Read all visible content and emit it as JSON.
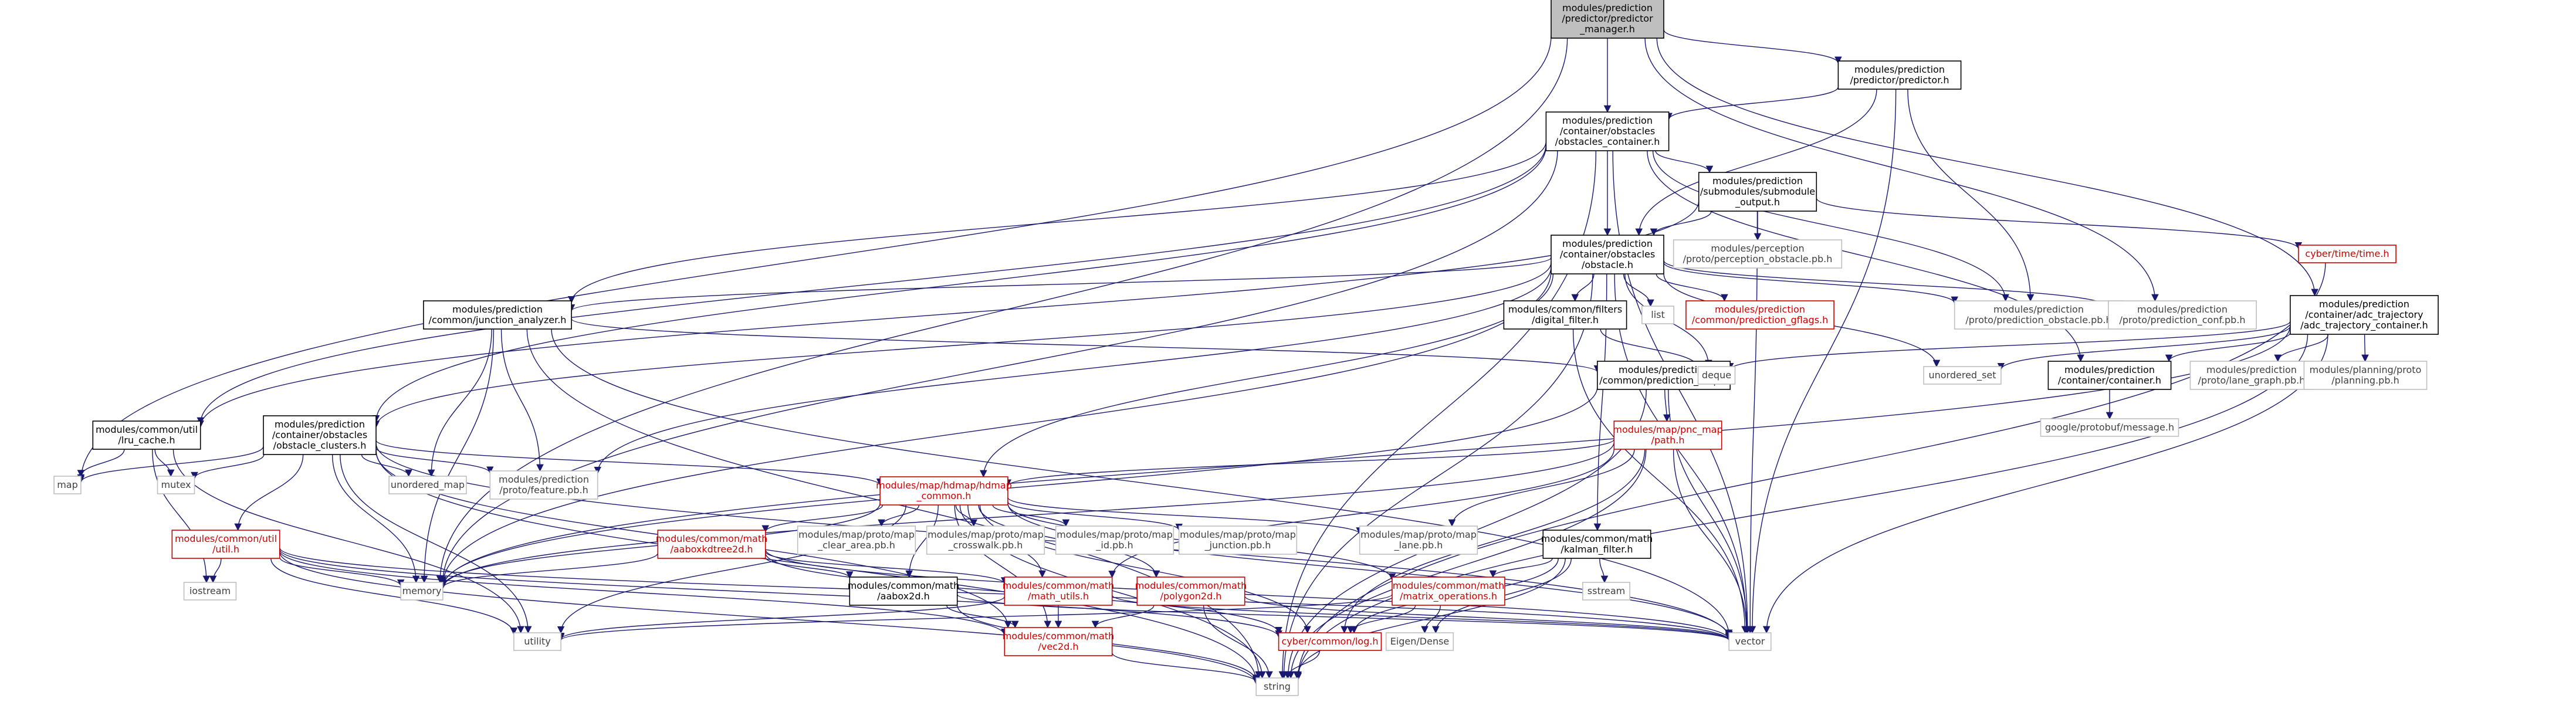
{
  "graph": {
    "colors": {
      "edge": "#191970",
      "node_border_black": "#000000",
      "node_border_red": "#cc0000",
      "node_border_gray": "#bfbfbf",
      "node_fill": "#ffffff",
      "node_fill_root": "#bfbfbf",
      "text_black": "#000000",
      "text_gray": "#404040",
      "text_red": "#cc0000"
    },
    "nodes": [
      {
        "id": "root",
        "lines": [
          "modules/prediction",
          "/predictor/predictor",
          "_manager.h"
        ],
        "style": "root"
      },
      {
        "id": "predictor",
        "lines": [
          "modules/prediction",
          "/predictor/predictor.h"
        ],
        "style": "black"
      },
      {
        "id": "obs_container",
        "lines": [
          "modules/prediction",
          "/container/obstacles",
          "/obstacles_container.h"
        ],
        "style": "black"
      },
      {
        "id": "submodule_output",
        "lines": [
          "modules/prediction",
          "/submodules/submodule",
          "_output.h"
        ],
        "style": "black"
      },
      {
        "id": "obstacle",
        "lines": [
          "modules/prediction",
          "/container/obstacles",
          "/obstacle.h"
        ],
        "style": "black"
      },
      {
        "id": "junction",
        "lines": [
          "modules/prediction",
          "/common/junction_analyzer.h"
        ],
        "style": "black"
      },
      {
        "id": "digital_filter",
        "lines": [
          "modules/common/filters",
          "/digital_filter.h"
        ],
        "style": "black"
      },
      {
        "id": "list",
        "lines": [
          "list"
        ],
        "style": "gray"
      },
      {
        "id": "gflags",
        "lines": [
          "modules/prediction",
          "/common/prediction_gflags.h"
        ],
        "style": "red"
      },
      {
        "id": "pred_obstacle_pb",
        "lines": [
          "modules/prediction",
          "/proto/prediction_obstacle.pb.h"
        ],
        "style": "gray"
      },
      {
        "id": "pred_conf_pb",
        "lines": [
          "modules/prediction",
          "/proto/prediction_conf.pb.h"
        ],
        "style": "gray"
      },
      {
        "id": "perception_pb",
        "lines": [
          "modules/perception",
          "/proto/perception_obstacle.pb.h"
        ],
        "style": "gray"
      },
      {
        "id": "cyber_time",
        "lines": [
          "cyber/time/time.h"
        ],
        "style": "red"
      },
      {
        "id": "adc_container",
        "lines": [
          "modules/prediction",
          "/container/adc_trajectory",
          "/adc_trajectory_container.h"
        ],
        "style": "black"
      },
      {
        "id": "lru_cache",
        "lines": [
          "modules/common/util",
          "/lru_cache.h"
        ],
        "style": "black"
      },
      {
        "id": "obs_clusters",
        "lines": [
          "modules/prediction",
          "/container/obstacles",
          "/obstacle_clusters.h"
        ],
        "style": "black"
      },
      {
        "id": "pred_map",
        "lines": [
          "modules/prediction",
          "/common/prediction_map.h"
        ],
        "style": "black"
      },
      {
        "id": "deque",
        "lines": [
          "deque"
        ],
        "style": "gray"
      },
      {
        "id": "unordered_set",
        "lines": [
          "unordered_set"
        ],
        "style": "gray"
      },
      {
        "id": "container_h",
        "lines": [
          "modules/prediction",
          "/container/container.h"
        ],
        "style": "black"
      },
      {
        "id": "lane_graph_pb",
        "lines": [
          "modules/prediction",
          "/proto/lane_graph.pb.h"
        ],
        "style": "gray"
      },
      {
        "id": "planning_pb",
        "lines": [
          "modules/planning/proto",
          "/planning.pb.h"
        ],
        "style": "gray"
      },
      {
        "id": "map",
        "lines": [
          "map"
        ],
        "style": "gray"
      },
      {
        "id": "mutex",
        "lines": [
          "mutex"
        ],
        "style": "gray"
      },
      {
        "id": "unordered_map",
        "lines": [
          "unordered_map"
        ],
        "style": "gray"
      },
      {
        "id": "feature_pb",
        "lines": [
          "modules/prediction",
          "/proto/feature.pb.h"
        ],
        "style": "gray"
      },
      {
        "id": "pnc_path",
        "lines": [
          "modules/map/pnc_map",
          "/path.h"
        ],
        "style": "red"
      },
      {
        "id": "google_message",
        "lines": [
          "google/protobuf/message.h"
        ],
        "style": "gray"
      },
      {
        "id": "hdmap_common",
        "lines": [
          "modules/map/hdmap/hdmap",
          "_common.h"
        ],
        "style": "red"
      },
      {
        "id": "map_lane_pb",
        "lines": [
          "modules/map/proto/map",
          "_lane.pb.h"
        ],
        "style": "gray"
      },
      {
        "id": "kalman",
        "lines": [
          "modules/common/math",
          "/kalman_filter.h"
        ],
        "style": "black"
      },
      {
        "id": "util_h",
        "lines": [
          "modules/common/util",
          "/util.h"
        ],
        "style": "red"
      },
      {
        "id": "aaboxkdtree",
        "lines": [
          "modules/common/math",
          "/aaboxkdtree2d.h"
        ],
        "style": "red"
      },
      {
        "id": "clear_area_pb",
        "lines": [
          "modules/map/proto/map",
          "_clear_area.pb.h"
        ],
        "style": "gray"
      },
      {
        "id": "crosswalk_pb",
        "lines": [
          "modules/map/proto/map",
          "_crosswalk.pb.h"
        ],
        "style": "gray"
      },
      {
        "id": "id_pb",
        "lines": [
          "modules/map/proto/map",
          "_id.pb.h"
        ],
        "style": "gray"
      },
      {
        "id": "junction_pb",
        "lines": [
          "modules/map/proto/map",
          "_junction.pb.h"
        ],
        "style": "gray"
      },
      {
        "id": "sstream",
        "lines": [
          "sstream"
        ],
        "style": "gray"
      },
      {
        "id": "iostream",
        "lines": [
          "iostream"
        ],
        "style": "gray"
      },
      {
        "id": "memory",
        "lines": [
          "memory"
        ],
        "style": "gray"
      },
      {
        "id": "aabox2d",
        "lines": [
          "modules/common/math",
          "/aabox2d.h"
        ],
        "style": "black"
      },
      {
        "id": "math_utils",
        "lines": [
          "modules/common/math",
          "/math_utils.h"
        ],
        "style": "red"
      },
      {
        "id": "polygon2d",
        "lines": [
          "modules/common/math",
          "/polygon2d.h"
        ],
        "style": "red"
      },
      {
        "id": "matrix_ops",
        "lines": [
          "modules/common/math",
          "/matrix_operations.h"
        ],
        "style": "red"
      },
      {
        "id": "utility",
        "lines": [
          "utility"
        ],
        "style": "gray"
      },
      {
        "id": "vec2d",
        "lines": [
          "modules/common/math",
          "/vec2d.h"
        ],
        "style": "red"
      },
      {
        "id": "cyber_log",
        "lines": [
          "cyber/common/log.h"
        ],
        "style": "red"
      },
      {
        "id": "eigen",
        "lines": [
          "Eigen/Dense"
        ],
        "style": "gray"
      },
      {
        "id": "vector",
        "lines": [
          "vector"
        ],
        "style": "gray"
      },
      {
        "id": "string",
        "lines": [
          "string"
        ],
        "style": "gray"
      }
    ],
    "edges": [
      [
        "root",
        "predictor"
      ],
      [
        "root",
        "obs_container"
      ],
      [
        "root",
        "adc_container"
      ],
      [
        "root",
        "pred_conf_pb"
      ],
      [
        "root",
        "map"
      ],
      [
        "root",
        "memory"
      ],
      [
        "predictor",
        "obs_container"
      ],
      [
        "predictor",
        "obstacle"
      ],
      [
        "predictor",
        "pred_obstacle_pb"
      ],
      [
        "predictor",
        "vector"
      ],
      [
        "obs_container",
        "submodule_output"
      ],
      [
        "obs_container",
        "obstacle"
      ],
      [
        "obs_container",
        "junction"
      ],
      [
        "obs_container",
        "obs_clusters"
      ],
      [
        "obs_container",
        "lru_cache"
      ],
      [
        "obs_container",
        "pred_obstacle_pb"
      ],
      [
        "obs_container",
        "container_h"
      ],
      [
        "obs_container",
        "vector"
      ],
      [
        "obs_container",
        "string"
      ],
      [
        "obs_container",
        "memory"
      ],
      [
        "submodule_output",
        "obstacle"
      ],
      [
        "submodule_output",
        "perception_pb"
      ],
      [
        "submodule_output",
        "cyber_time"
      ],
      [
        "submodule_output",
        "lru_cache"
      ],
      [
        "submodule_output",
        "vector"
      ],
      [
        "obstacle",
        "junction"
      ],
      [
        "obstacle",
        "digital_filter"
      ],
      [
        "obstacle",
        "list"
      ],
      [
        "obstacle",
        "gflags"
      ],
      [
        "obstacle",
        "pred_obstacle_pb"
      ],
      [
        "obstacle",
        "pred_conf_pb"
      ],
      [
        "obstacle",
        "obs_clusters"
      ],
      [
        "obstacle",
        "hdmap_common"
      ],
      [
        "obstacle",
        "kalman"
      ],
      [
        "obstacle",
        "deque"
      ],
      [
        "obstacle",
        "unordered_set"
      ],
      [
        "obstacle",
        "feature_pb"
      ],
      [
        "obstacle",
        "vector"
      ],
      [
        "obstacle",
        "string"
      ],
      [
        "obstacle",
        "memory"
      ],
      [
        "junction",
        "pred_map"
      ],
      [
        "junction",
        "feature_pb"
      ],
      [
        "junction",
        "unordered_map"
      ],
      [
        "junction",
        "memory"
      ],
      [
        "junction",
        "vector"
      ],
      [
        "junction",
        "string"
      ],
      [
        "digital_filter",
        "deque"
      ],
      [
        "digital_filter",
        "vector"
      ],
      [
        "adc_container",
        "container_h"
      ],
      [
        "adc_container",
        "lane_graph_pb"
      ],
      [
        "adc_container",
        "planning_pb"
      ],
      [
        "adc_container",
        "pred_map"
      ],
      [
        "adc_container",
        "unordered_set"
      ],
      [
        "adc_container",
        "vector"
      ],
      [
        "adc_container",
        "string"
      ],
      [
        "adc_container",
        "memory"
      ],
      [
        "container_h",
        "google_message"
      ],
      [
        "cyber_time",
        "string"
      ],
      [
        "lru_cache",
        "map"
      ],
      [
        "lru_cache",
        "mutex"
      ],
      [
        "lru_cache",
        "iostream"
      ],
      [
        "lru_cache",
        "utility"
      ],
      [
        "obs_clusters",
        "hdmap_common"
      ],
      [
        "obs_clusters",
        "feature_pb"
      ],
      [
        "obs_clusters",
        "map"
      ],
      [
        "obs_clusters",
        "mutex"
      ],
      [
        "obs_clusters",
        "unordered_map"
      ],
      [
        "obs_clusters",
        "util_h"
      ],
      [
        "obs_clusters",
        "vec2d"
      ],
      [
        "obs_clusters",
        "memory"
      ],
      [
        "obs_clusters",
        "string"
      ],
      [
        "obs_clusters",
        "vector"
      ],
      [
        "obs_clusters",
        "utility"
      ],
      [
        "pred_map",
        "pnc_path"
      ],
      [
        "pred_map",
        "memory"
      ],
      [
        "pred_map",
        "vector"
      ],
      [
        "pred_map",
        "string"
      ],
      [
        "pnc_path",
        "hdmap_common"
      ],
      [
        "pnc_path",
        "map_lane_pb"
      ],
      [
        "pnc_path",
        "math_utils"
      ],
      [
        "pnc_path",
        "cyber_log"
      ],
      [
        "pnc_path",
        "vector"
      ],
      [
        "pnc_path",
        "string"
      ],
      [
        "pnc_path",
        "memory"
      ],
      [
        "hdmap_common",
        "aaboxkdtree"
      ],
      [
        "hdmap_common",
        "clear_area_pb"
      ],
      [
        "hdmap_common",
        "crosswalk_pb"
      ],
      [
        "hdmap_common",
        "id_pb"
      ],
      [
        "hdmap_common",
        "junction_pb"
      ],
      [
        "hdmap_common",
        "map_lane_pb"
      ],
      [
        "hdmap_common",
        "aabox2d"
      ],
      [
        "hdmap_common",
        "math_utils"
      ],
      [
        "hdmap_common",
        "polygon2d"
      ],
      [
        "hdmap_common",
        "vec2d"
      ],
      [
        "hdmap_common",
        "matrix_ops"
      ],
      [
        "hdmap_common",
        "cyber_log"
      ],
      [
        "hdmap_common",
        "memory"
      ],
      [
        "hdmap_common",
        "utility"
      ],
      [
        "hdmap_common",
        "vector"
      ],
      [
        "hdmap_common",
        "string"
      ],
      [
        "kalman",
        "matrix_ops"
      ],
      [
        "kalman",
        "sstream"
      ],
      [
        "kalman",
        "eigen"
      ],
      [
        "kalman",
        "cyber_log"
      ],
      [
        "kalman",
        "string"
      ],
      [
        "util_h",
        "iostream"
      ],
      [
        "util_h",
        "memory"
      ],
      [
        "util_h",
        "utility"
      ],
      [
        "util_h",
        "vec2d"
      ],
      [
        "util_h",
        "cyber_log"
      ],
      [
        "util_h",
        "vector"
      ],
      [
        "util_h",
        "string"
      ],
      [
        "aaboxkdtree",
        "aabox2d"
      ],
      [
        "aaboxkdtree",
        "math_utils"
      ],
      [
        "aaboxkdtree",
        "cyber_log"
      ],
      [
        "aaboxkdtree",
        "memory"
      ],
      [
        "aaboxkdtree",
        "vector"
      ],
      [
        "aabox2d",
        "vec2d"
      ],
      [
        "aabox2d",
        "string"
      ],
      [
        "aabox2d",
        "vector"
      ],
      [
        "math_utils",
        "vec2d"
      ],
      [
        "math_utils",
        "utility"
      ],
      [
        "math_utils",
        "vector"
      ],
      [
        "polygon2d",
        "vec2d"
      ],
      [
        "polygon2d",
        "string"
      ],
      [
        "polygon2d",
        "vector"
      ],
      [
        "matrix_ops",
        "eigen"
      ],
      [
        "matrix_ops",
        "utility"
      ],
      [
        "matrix_ops",
        "cyber_log"
      ],
      [
        "vec2d",
        "string"
      ],
      [
        "cyber_log",
        "string"
      ]
    ]
  }
}
